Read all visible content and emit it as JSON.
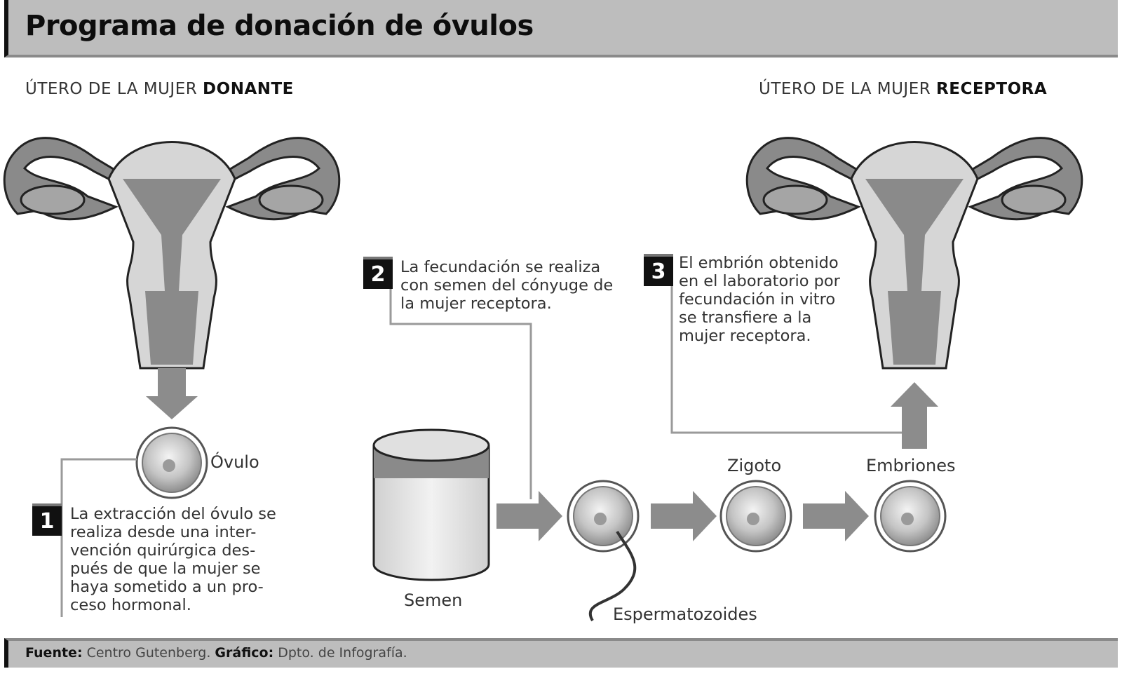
{
  "title": "Programa de donación de óvulos",
  "donor": {
    "label_prefix": "ÚTERO DE LA MUJER ",
    "label_bold": "DONANTE"
  },
  "recipient": {
    "label_prefix": "ÚTERO DE LA MUJER ",
    "label_bold": "RECEPTORA"
  },
  "steps": [
    {
      "number": "1",
      "lines": [
        "La extracción del óvulo se",
        "realiza desde una inter-",
        "vención quirúrgica des-",
        "pués de que la mujer se",
        "haya sometido a un pro-",
        "ceso hormonal."
      ]
    },
    {
      "number": "2",
      "lines": [
        "La fecundación se realiza",
        "con semen del cónyuge de",
        "la mujer receptora."
      ]
    },
    {
      "number": "3",
      "lines": [
        "El embrión obtenido",
        "en el laboratorio por",
        "fecundación in vitro",
        "se transfiere a la",
        "mujer receptora."
      ]
    }
  ],
  "labels": {
    "ovulo": "Óvulo",
    "semen": "Semen",
    "espermatozoides": "Espermatozoides",
    "zigoto": "Zigoto",
    "embriones": "Embriones"
  },
  "footer": {
    "source_label": "Fuente:",
    "source_value": " Centro Gutenberg. ",
    "graphic_label": "Gráfico:",
    "graphic_value": " Dpto. de Infografía."
  },
  "colors": {
    "title_bar": "#bdbdbd",
    "arrow": "#8c8c8c",
    "dark": "#111111",
    "uterus_light": "#d6d6d6",
    "uterus_dark": "#8a8a8a"
  }
}
